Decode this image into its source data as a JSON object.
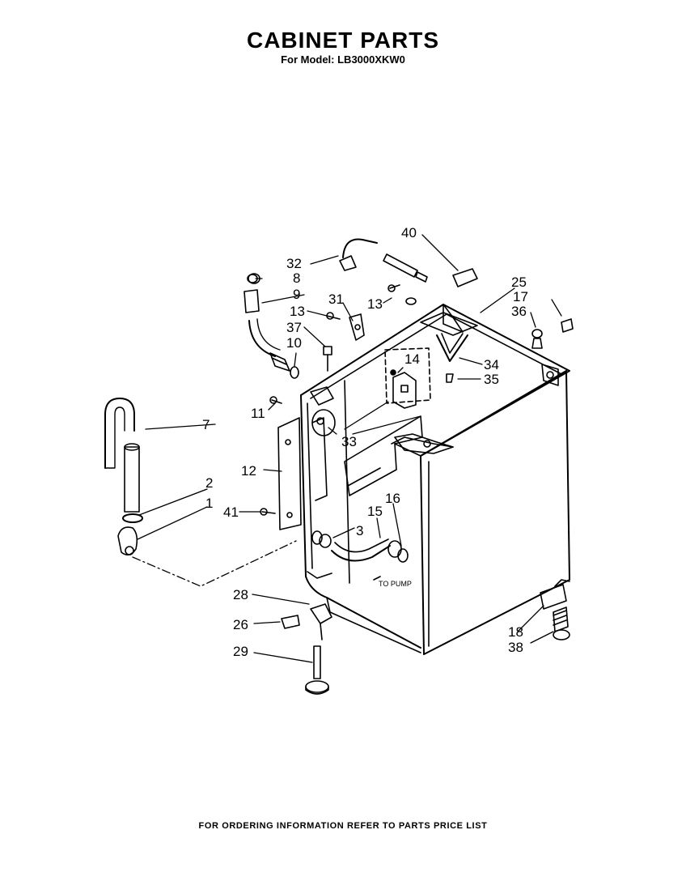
{
  "header": {
    "title": "CABINET PARTS",
    "subtitle": "For Model: LB3000XKW0"
  },
  "diagram": {
    "note": "TO PUMP",
    "callouts": [
      "1",
      "2",
      "3",
      "7",
      "8",
      "9",
      "10",
      "11",
      "12",
      "13",
      "13",
      "14",
      "15",
      "16",
      "17",
      "18",
      "25",
      "26",
      "28",
      "29",
      "31",
      "32",
      "33",
      "34",
      "35",
      "36",
      "37",
      "38",
      "40",
      "41"
    ]
  },
  "footer": {
    "text": "FOR ORDERING INFORMATION REFER TO PARTS PRICE LIST"
  }
}
